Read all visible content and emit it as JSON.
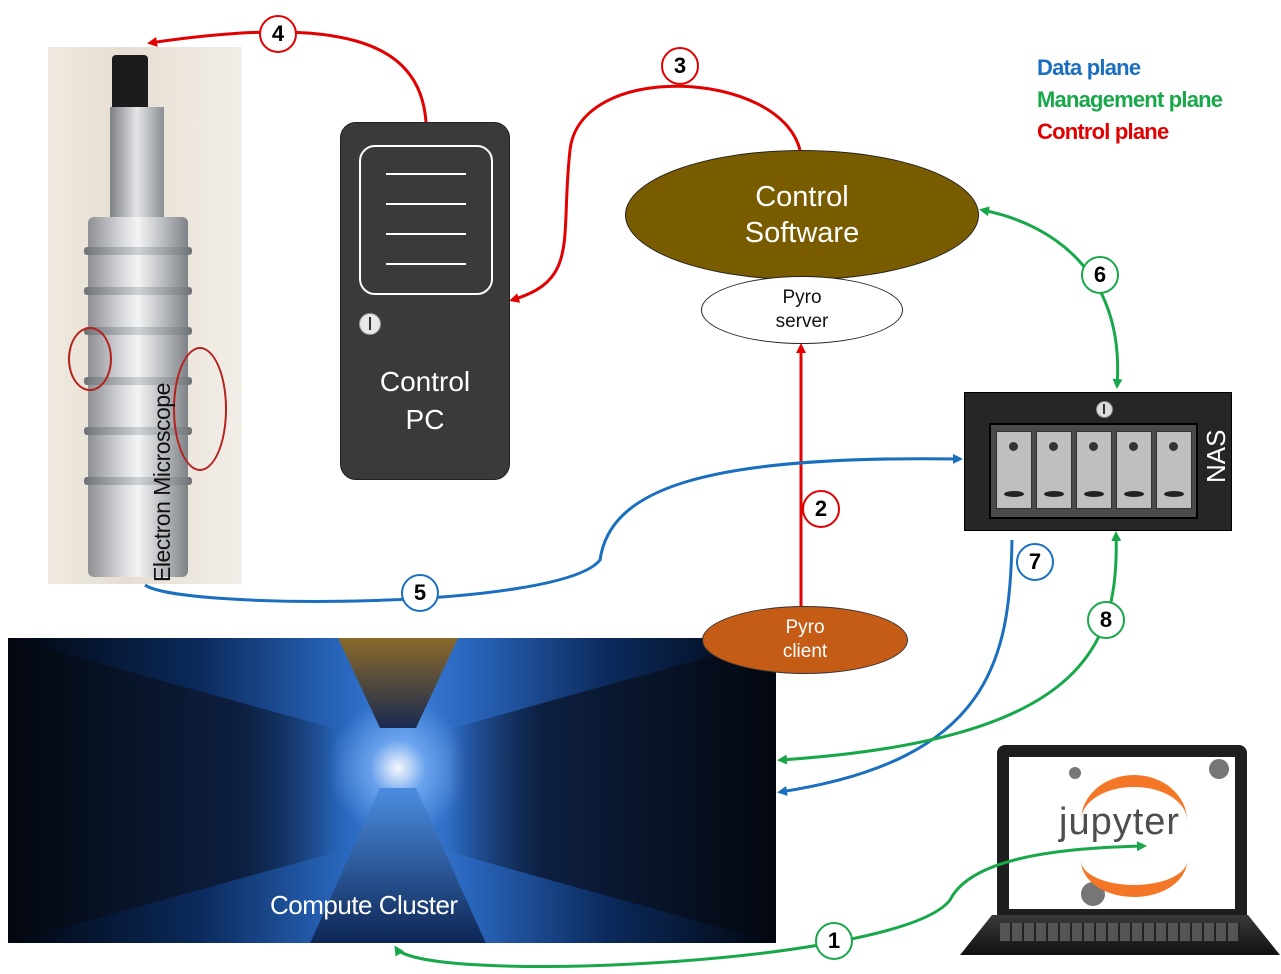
{
  "legend": {
    "data_plane": "Data plane",
    "management_plane": "Management plane",
    "control_plane": "Control plane"
  },
  "colors": {
    "data_plane": "#1a6fbf",
    "management_plane": "#18a84a",
    "control_plane": "#e30000"
  },
  "nodes": {
    "microscope": "Electron Microscope",
    "control_pc": [
      "Control",
      "PC"
    ],
    "control_software": [
      "Control",
      "Software"
    ],
    "pyro_server": [
      "Pyro",
      "server"
    ],
    "pyro_client": [
      "Pyro",
      "client"
    ],
    "nas": "NAS",
    "cluster": "Compute Cluster",
    "jupyter": "jupyter"
  },
  "steps": [
    "1",
    "2",
    "3",
    "4",
    "5",
    "6",
    "7",
    "8"
  ]
}
